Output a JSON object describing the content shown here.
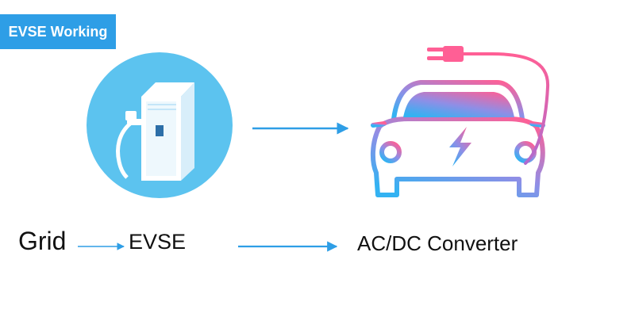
{
  "badge": {
    "label": "EVSE Working"
  },
  "flow": {
    "grid": "Grid",
    "evse": "EVSE",
    "converter": "AC/DC Converter"
  },
  "colors": {
    "badge": "#2e9ee6",
    "arrow": "#2e9ee6",
    "circle": "#5cc3ef",
    "car_gradient_start": "#ff5f95",
    "car_gradient_end": "#33b2f2"
  },
  "icons": {
    "charger": "evse-charger-icon",
    "car": "electric-car-icon",
    "plug": "plug-icon",
    "bolt": "lightning-bolt-icon"
  }
}
